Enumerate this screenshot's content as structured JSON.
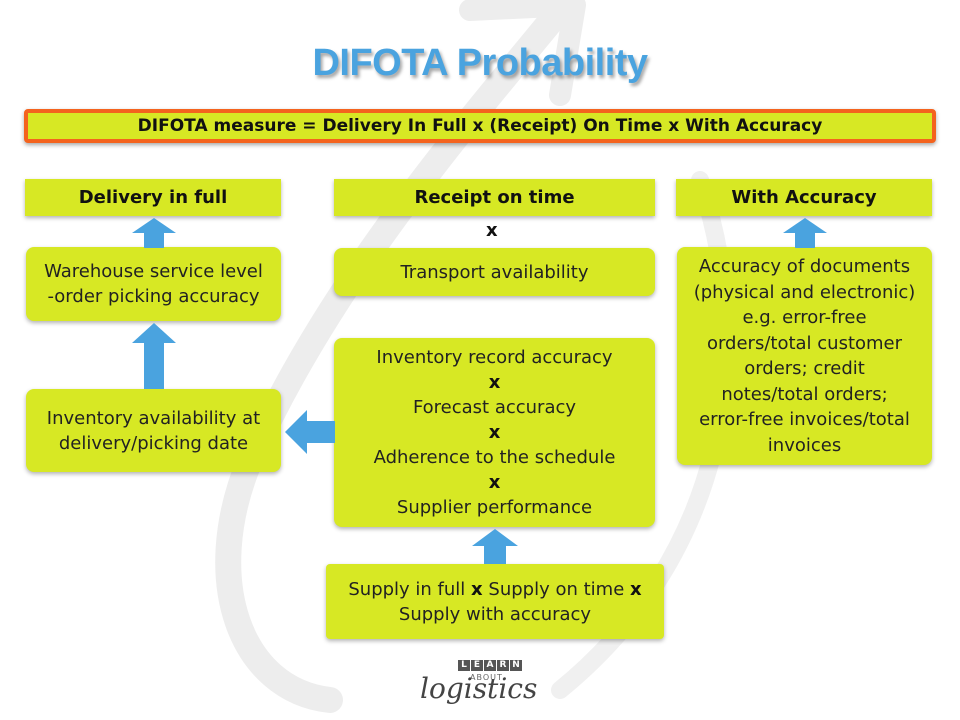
{
  "title": "DIFOTA Probability",
  "formula": "DIFOTA measure = Delivery In Full x (Receipt) On Time x With Accuracy",
  "headers": {
    "delivery_in_full": "Delivery in full",
    "receipt_on_time": "Receipt on time",
    "with_accuracy": "With Accuracy"
  },
  "times_symbol": "x",
  "boxes": {
    "warehouse": [
      "Warehouse service level",
      "-order picking accuracy"
    ],
    "inventory_availability": [
      "Inventory availability at",
      "delivery/picking date"
    ],
    "transport": "Transport availability",
    "center_stack": {
      "line1": "Inventory record accuracy",
      "line2": "Forecast accuracy",
      "line3": "Adherence to the schedule",
      "line4": "Supplier performance"
    },
    "supply": {
      "part1": "Supply in full",
      "part2": "Supply on time",
      "part3": "Supply with accuracy"
    },
    "accuracy": [
      "Accuracy of documents",
      "(physical and electronic)",
      "e.g. error-free",
      "orders/total customer",
      "orders; credit",
      "notes/total orders;",
      "error-free invoices/total",
      "invoices"
    ]
  },
  "logo": {
    "letters": [
      "L",
      "E",
      "A",
      "R",
      "N"
    ],
    "about": "ABOUT",
    "logistics": "logistics"
  },
  "colors": {
    "box_fill": "#d7e824",
    "formula_border": "#f4631e",
    "title": "#4aa3df",
    "arrow": "#4aa3df"
  }
}
